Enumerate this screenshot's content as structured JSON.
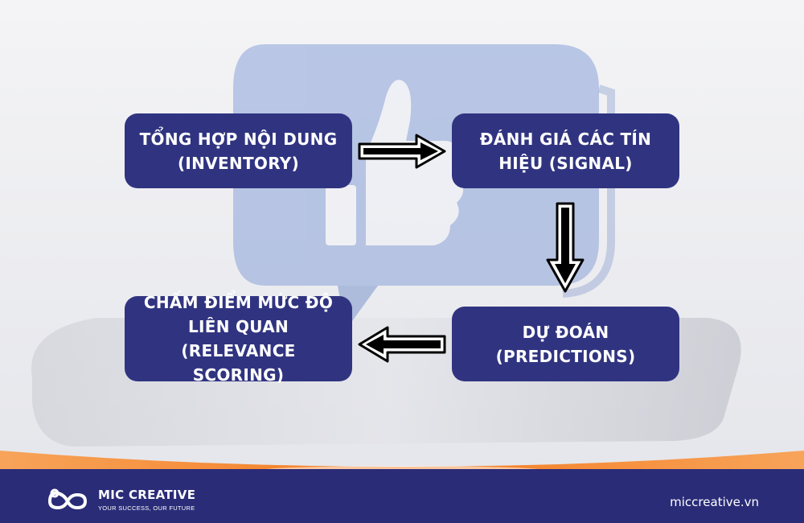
{
  "nodes": {
    "inventory": [
      "TỔNG HỢP NỘI DUNG",
      "(INVENTORY)"
    ],
    "signal": [
      "ĐÁNH GIÁ CÁC TÍN",
      "HIỆU (SIGNAL)"
    ],
    "predictions": [
      "DỰ ĐOÁN",
      "(PREDICTIONS)"
    ],
    "relevance": [
      "CHẤM ĐIỂM MỨC ĐỘ",
      "LIÊN QUAN",
      "(RELEVANCE SCORING)"
    ]
  },
  "edges": [
    {
      "from": "inventory",
      "to": "signal",
      "direction": "right"
    },
    {
      "from": "signal",
      "to": "predictions",
      "direction": "down"
    },
    {
      "from": "predictions",
      "to": "relevance",
      "direction": "left"
    }
  ],
  "footer": {
    "brand_name": "MIC CREATIVE",
    "tagline": "YOUR SUCCESS, OUR FUTURE",
    "website": "miccreative.vn"
  },
  "colors": {
    "box": "#303480",
    "footer": "#2a2c78",
    "orange": "#f47a1f",
    "background": "#f1f1f3"
  },
  "icons": {
    "background": "like-thumbs-up-icon",
    "logo": "infinity-logo-icon"
  }
}
